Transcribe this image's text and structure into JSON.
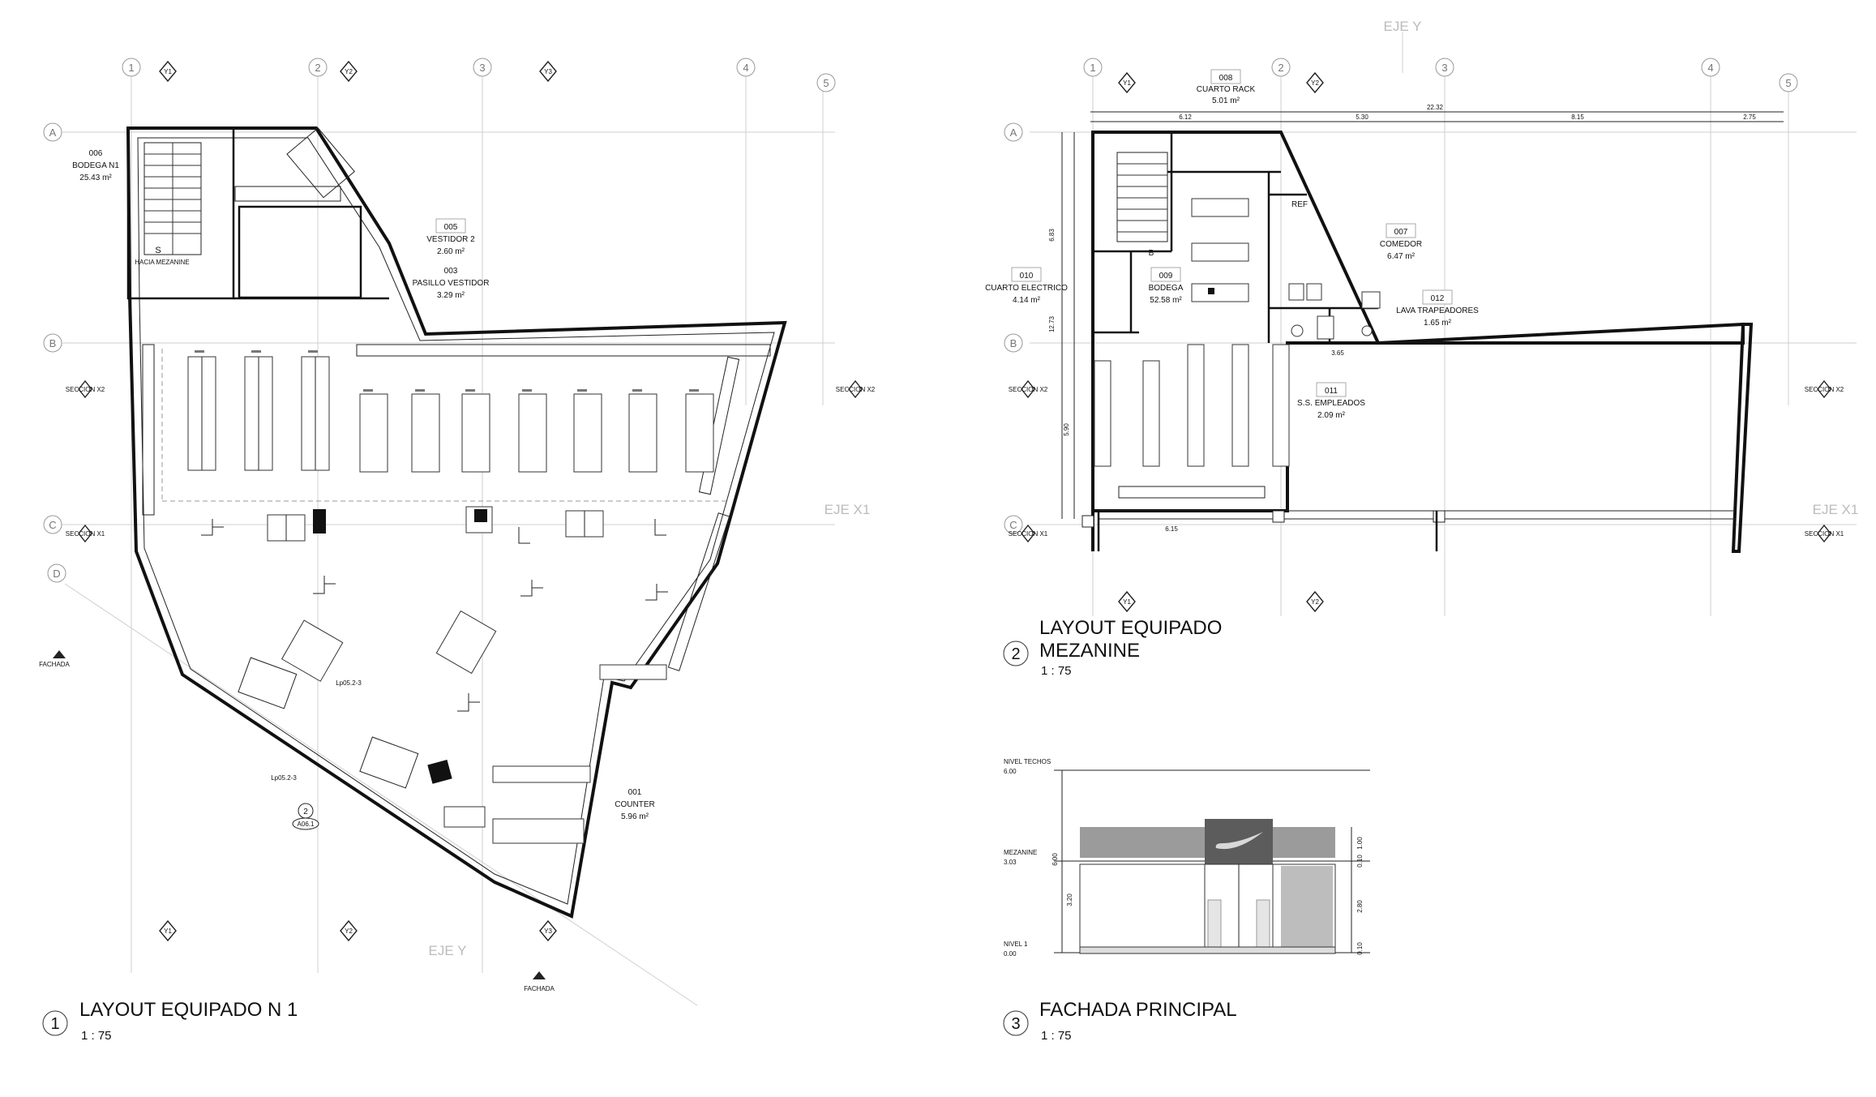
{
  "axes": {
    "eje_y": "EJE Y",
    "eje_x1": "EJE X1"
  },
  "grid_labels": {
    "cols": [
      "1",
      "2",
      "3",
      "4",
      "5"
    ],
    "rows": [
      "A",
      "B",
      "C",
      "D"
    ],
    "sections": [
      "Y1",
      "Y2",
      "Y3"
    ]
  },
  "section_marks": {
    "x1": "SECCION X1",
    "x2": "SECCION X2",
    "fachada": "FACHADA",
    "elev_mark_num": "2",
    "elev_mark_sheet": "A06.1",
    "lp_a": "Lp05.2-3",
    "lp_b": "Lp05.2-3"
  },
  "ground_floor": {
    "title_num": "1",
    "title": "LAYOUT EQUIPADO N 1",
    "scale": "1 : 75",
    "stair_label": "HACIA MEZANINE",
    "stair_mark": "S",
    "rooms": [
      {
        "num": "006",
        "name": "BODEGA N1",
        "area": "25.43 m²"
      },
      {
        "num": "005",
        "name": "VESTIDOR 2",
        "area": "2.60 m²"
      },
      {
        "num": "003",
        "name": "PASILLO VESTIDOR",
        "area": "3.29 m²"
      },
      {
        "num": "001",
        "name": "COUNTER",
        "area": "5.96 m²"
      }
    ]
  },
  "mezzanine": {
    "title_num": "2",
    "title_line1": "LAYOUT EQUIPADO",
    "title_line2": "MEZANINE",
    "scale": "1 : 75",
    "stair_mark": "B",
    "ref_label": "REF",
    "total_dim": "22.32",
    "dims_top": [
      "6.12",
      "5.30",
      "8.15",
      "2.75"
    ],
    "dims_left": [
      "6.83",
      "12.73",
      "5.90"
    ],
    "dim_bottom": "6.15",
    "dim_mid": "3.65",
    "rooms": [
      {
        "num": "008",
        "name": "CUARTO RACK",
        "area": "5.01 m²"
      },
      {
        "num": "007",
        "name": "COMEDOR",
        "area": "6.47 m²"
      },
      {
        "num": "010",
        "name": "CUARTO ELECTRICO",
        "area": "4.14 m²"
      },
      {
        "num": "009",
        "name": "BODEGA",
        "area": "52.58 m²"
      },
      {
        "num": "012",
        "name": "LAVA TRAPEADORES",
        "area": "1.65 m²"
      },
      {
        "num": "011",
        "name": "S.S. EMPLEADOS",
        "area": "2.09 m²"
      }
    ]
  },
  "facade": {
    "title_num": "3",
    "title": "FACHADA PRINCIPAL",
    "scale": "1 : 75",
    "levels": [
      {
        "name": "NIVEL TECHOS",
        "elev": "6.00"
      },
      {
        "name": "MEZANINE",
        "elev": "3.03"
      },
      {
        "name": "NIVEL 1",
        "elev": "0.00"
      }
    ],
    "dim_total": "6.00",
    "dim_lower": "3.20",
    "dims_right": [
      "1.00",
      "0.10",
      "2.80",
      "0.10"
    ]
  }
}
